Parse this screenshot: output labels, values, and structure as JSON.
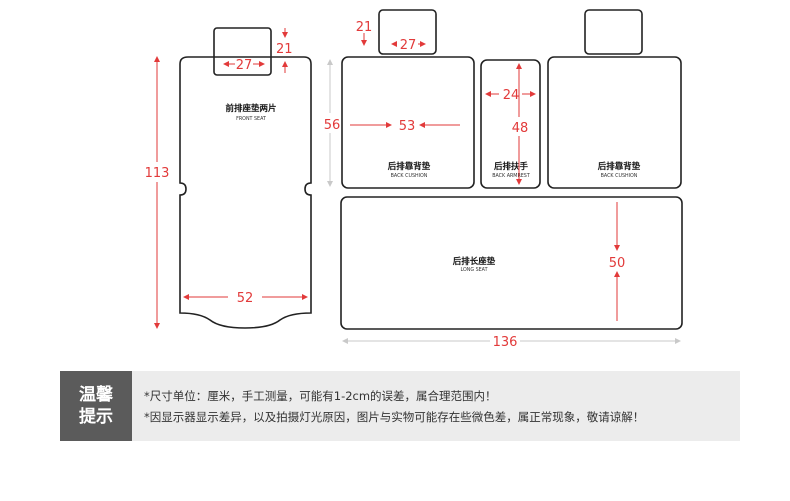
{
  "pieces": {
    "front_seat": {
      "cn": "前排座垫两片",
      "en": "FRONT SEAT"
    },
    "back_cushion_left": {
      "cn": "后排靠背垫",
      "en": "BACK CUSHION"
    },
    "back_armrest": {
      "cn": "后排扶手",
      "en": "BACK ARMREST"
    },
    "back_cushion_right": {
      "cn": "后排靠背垫",
      "en": "BACK CUSHION"
    },
    "long_seat": {
      "cn": "后排长座垫",
      "en": "LONG SEAT"
    }
  },
  "dimensions": {
    "front_headrest_width": "27",
    "front_headrest_height": "21",
    "front_seat_height": "113",
    "front_seat_width": "52",
    "rear_headrest_height": "21",
    "rear_headrest_width": "27",
    "back_cushion_height": "56",
    "back_cushion_width": "53",
    "armrest_width": "24",
    "armrest_height": "48",
    "long_seat_height": "50",
    "long_seat_width": "136"
  },
  "notice": {
    "tag_line1": "温馨",
    "tag_line2": "提示",
    "line1": "*尺寸单位：厘米，手工测量，可能有1-2cm的误差，属合理范围内！",
    "line2": "*因显示器显示差异，以及拍摄灯光原因，图片与实物可能存在些微色差，属正常现象，敬请谅解！"
  },
  "colors": {
    "outline": "#222222",
    "dimension": "#e23a3a",
    "extension": "#c9c9c9",
    "notice_bg": "#ececec",
    "notice_tag": "#5b5b5b"
  }
}
